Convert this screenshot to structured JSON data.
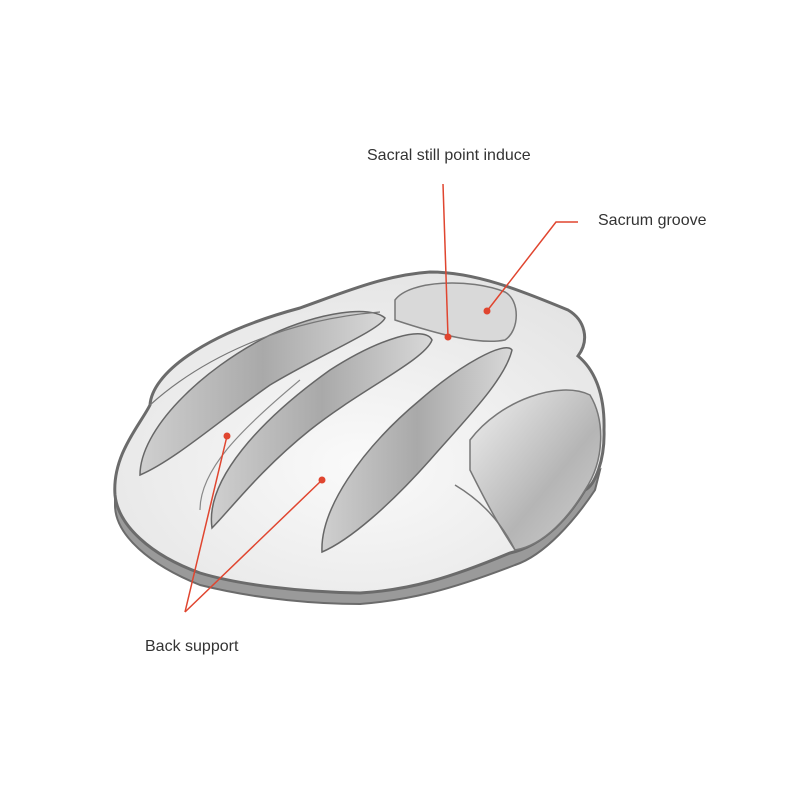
{
  "labels": {
    "sacral_still_point": "Sacral still point induce",
    "sacrum_groove": "Sacrum groove",
    "back_support": "Back support"
  },
  "colors": {
    "callout": "#e0452f",
    "outline": "#6b6b6b",
    "body": "#f2f2f2",
    "shade": "#bdbdbd"
  }
}
